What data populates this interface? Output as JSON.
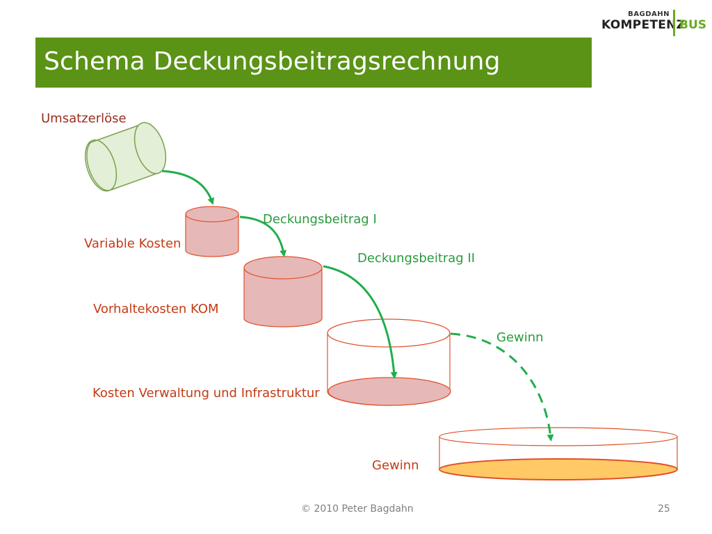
{
  "slide": {
    "title": "Schema Deckungsbeitragsrechnung",
    "logo": {
      "top": "BAGDAHN",
      "main": "KOMPETENZ",
      "accent": "BUS"
    },
    "labels": {
      "umsatz": "Umsatzerlöse",
      "variable": "Variable Kosten",
      "db1": "Deckungsbeitrag I",
      "db2": "Deckungsbeitrag II",
      "vorhalte": "Vorhaltekosten KOM",
      "gewinn_arrow": "Gewinn",
      "verwaltung": "Kosten Verwaltung und Infrastruktur",
      "gewinn": "Gewinn"
    },
    "footer": {
      "copyright": "© 2010 Peter Bagdahn",
      "page": "25"
    }
  },
  "colors": {
    "title_bg": "#5a9316",
    "revenue_fill": "#e3efd6",
    "revenue_stroke": "#7aa04e",
    "cost_fill": "#e6b8b8",
    "cost_stroke": "#e0502a",
    "profit_fill": "#ffc966",
    "arrow": "#1fae4a"
  }
}
